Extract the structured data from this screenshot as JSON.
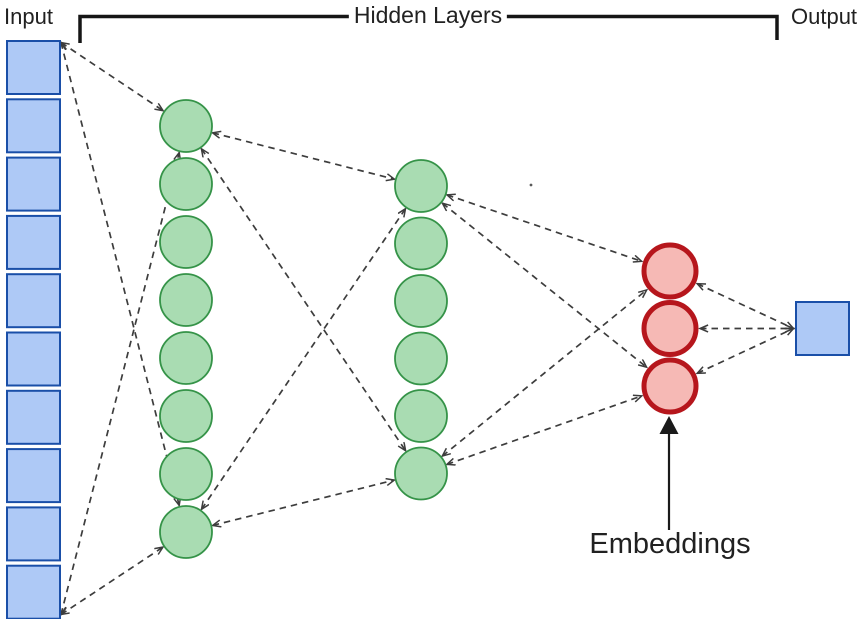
{
  "title": "Neural network with embedding layer diagram",
  "labels": {
    "input": "Input",
    "hidden_layers": "Hidden Layers",
    "output": "Output",
    "embeddings": "Embeddings"
  },
  "network": {
    "input_nodes": 10,
    "hidden_layer_1_nodes": 8,
    "hidden_layer_2_nodes": 6,
    "embedding_nodes": 3,
    "output_nodes": 1,
    "node_shapes": {
      "input": "square",
      "hidden": "circle",
      "embedding": "circle",
      "output": "square"
    },
    "connection_style": "dashed-double-arrow",
    "connection_pattern": "top and bottom node of each layer linked to top and bottom node of next layer; all embedding nodes linked to output"
  },
  "colors": {
    "input_fill": "#aec9f6",
    "input_border": "#1a4fa8",
    "hidden_fill": "#a9dcb2",
    "hidden_border": "#359348",
    "embedding_fill": "#f6b9b5",
    "embedding_border": "#b6161c",
    "output_fill": "#aec9f6",
    "output_border": "#1a4fa8",
    "connector": "#3d3d3d",
    "bracket": "#161616",
    "arrow": "#1a1a1a",
    "text": "#212121",
    "background": "#ffffff"
  }
}
